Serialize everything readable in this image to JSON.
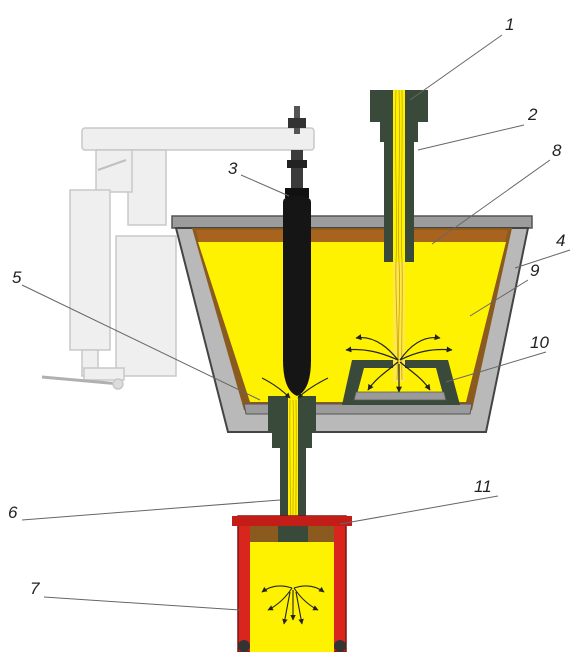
{
  "callouts": [
    {
      "id": "1",
      "text": "1"
    },
    {
      "id": "2",
      "text": "2"
    },
    {
      "id": "3",
      "text": "3"
    },
    {
      "id": "4",
      "text": "4"
    },
    {
      "id": "5",
      "text": "5"
    },
    {
      "id": "6",
      "text": "6"
    },
    {
      "id": "7",
      "text": "7"
    },
    {
      "id": "8",
      "text": "8"
    },
    {
      "id": "9",
      "text": "9"
    },
    {
      "id": "10",
      "text": "10"
    },
    {
      "id": "11",
      "text": "11"
    }
  ],
  "colors": {
    "metal": "#fff200",
    "stream": "#ffe84a",
    "refractory_dark": "#3a4a3a",
    "lining_brown": "#8a5a1e",
    "shell_gray": "#b9b9b9",
    "mechanism_light": "#d8d8d8",
    "mold_red": "#d8251d",
    "stopper_black": "#151515"
  }
}
